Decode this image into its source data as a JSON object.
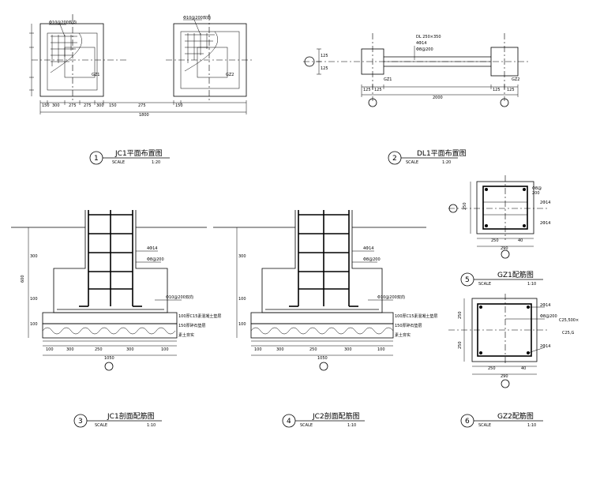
{
  "views": [
    {
      "num": "1",
      "title": "JC1平面布置图",
      "scale_label": "SCALE",
      "scale": "1:20"
    },
    {
      "num": "2",
      "title": "DL1平面布置图",
      "scale_label": "SCALE",
      "scale": "1:20"
    },
    {
      "num": "3",
      "title": "JC1剖面配筋图",
      "scale_label": "SCALE",
      "scale": "1:10"
    },
    {
      "num": "4",
      "title": "JC2剖面配筋图",
      "scale_label": "SCALE",
      "scale": "1:10"
    },
    {
      "num": "5",
      "title": "GZ1配筋图",
      "scale_label": "SCALE",
      "scale": "1:10"
    },
    {
      "num": "6",
      "title": "GZ2配筋图",
      "scale_label": "SCALE",
      "scale": "1:10"
    }
  ],
  "plan1": {
    "rebar_left": "Φ10@200双向",
    "rebar_right": "Φ10@200双向",
    "column_left": "GZ1",
    "column_right": "GZ2",
    "dims_bottom": [
      "150",
      "300",
      "275",
      "275",
      "300",
      "150",
      "275",
      "150"
    ],
    "dim_total": "1800"
  },
  "plan2": {
    "beam_note_1": "DL 250×350",
    "beam_note_2": "4Φ14",
    "beam_note_3": "Φ8@200",
    "col_left": "GZ1",
    "col_right": "GZ2",
    "dims_left": [
      "125",
      "125"
    ],
    "dims_bottom": [
      "125",
      "125",
      "125",
      "125"
    ],
    "dim_total": "2000"
  },
  "sec3": {
    "dim_height": "600",
    "dims_left": [
      "300",
      "100",
      "100"
    ],
    "rebar_a": "4Φ14",
    "rebar_b": "Φ8@200",
    "base_rebar": "Φ10@200双向",
    "layer_1": "100厚C15素混凝土垫层",
    "layer_2": "150厚碎石垫层",
    "layer_3": "素土夯实",
    "dims_bottom": [
      "100",
      "300",
      "250",
      "300",
      "100"
    ],
    "dim_total": "1050"
  },
  "sec4": {
    "dims_left": [
      "300",
      "100",
      "100"
    ],
    "rebar_a": "4Φ14",
    "rebar_b": "Φ8@200",
    "base_rebar": "Φ10@200双向",
    "layer_1": "100厚C15素混凝土垫层",
    "layer_2": "150厚碎石垫层",
    "layer_3": "素土夯实",
    "dims_bottom": [
      "100",
      "300",
      "250",
      "300",
      "100"
    ],
    "dim_total": "1050"
  },
  "gz1": {
    "notes": [
      "Φ8@",
      "200",
      "2Φ14",
      "2Φ14"
    ],
    "dims_left": [
      "250"
    ],
    "dims_bottom": [
      "250",
      "40"
    ],
    "dim_total": "290"
  },
  "gz2": {
    "notes": [
      "2Φ14",
      "Φ8@200",
      "2Φ14"
    ],
    "dims_left": [
      "250",
      "250"
    ],
    "dims_bottom": [
      "250",
      "40"
    ],
    "dim_total": "290"
  },
  "side_notes": [
    "C25,500×",
    "C25,G"
  ]
}
